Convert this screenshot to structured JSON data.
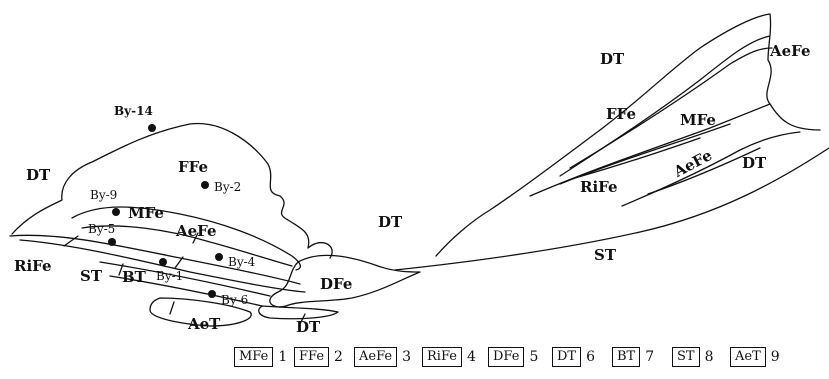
{
  "map": {
    "formation_labels": {
      "dt_top_left": "DT",
      "ffe_left": "FFe",
      "mfe_left": "MFe",
      "aefe_left": "AeFe",
      "rife_left": "RiFe",
      "st_left": "ST",
      "bt_left": "BT",
      "aet_left": "AeT",
      "dfe_mid": "DFe",
      "dt_bottom_mid": "DT",
      "dt_center": "DT",
      "dt_upper_right": "DT",
      "aefe_top_right": "AeFe",
      "ffe_right": "FFe",
      "mfe_right": "MFe",
      "rife_right": "RiFe",
      "aefe_right": "AeFe",
      "dt_right": "DT",
      "st_right": "ST"
    },
    "wells": [
      "By-14",
      "By-2",
      "By-9",
      "By-5",
      "By-4",
      "By-1",
      "By-6"
    ]
  },
  "legend": [
    {
      "code": "MFe",
      "num": "1"
    },
    {
      "code": "FFe",
      "num": "2"
    },
    {
      "code": "AeFe",
      "num": "3"
    },
    {
      "code": "RiFe",
      "num": "4"
    },
    {
      "code": "DFe",
      "num": "5"
    },
    {
      "code": "DT",
      "num": "6"
    },
    {
      "code": "BT",
      "num": "7"
    },
    {
      "code": "ST",
      "num": "8"
    },
    {
      "code": "AeT",
      "num": "9"
    }
  ]
}
